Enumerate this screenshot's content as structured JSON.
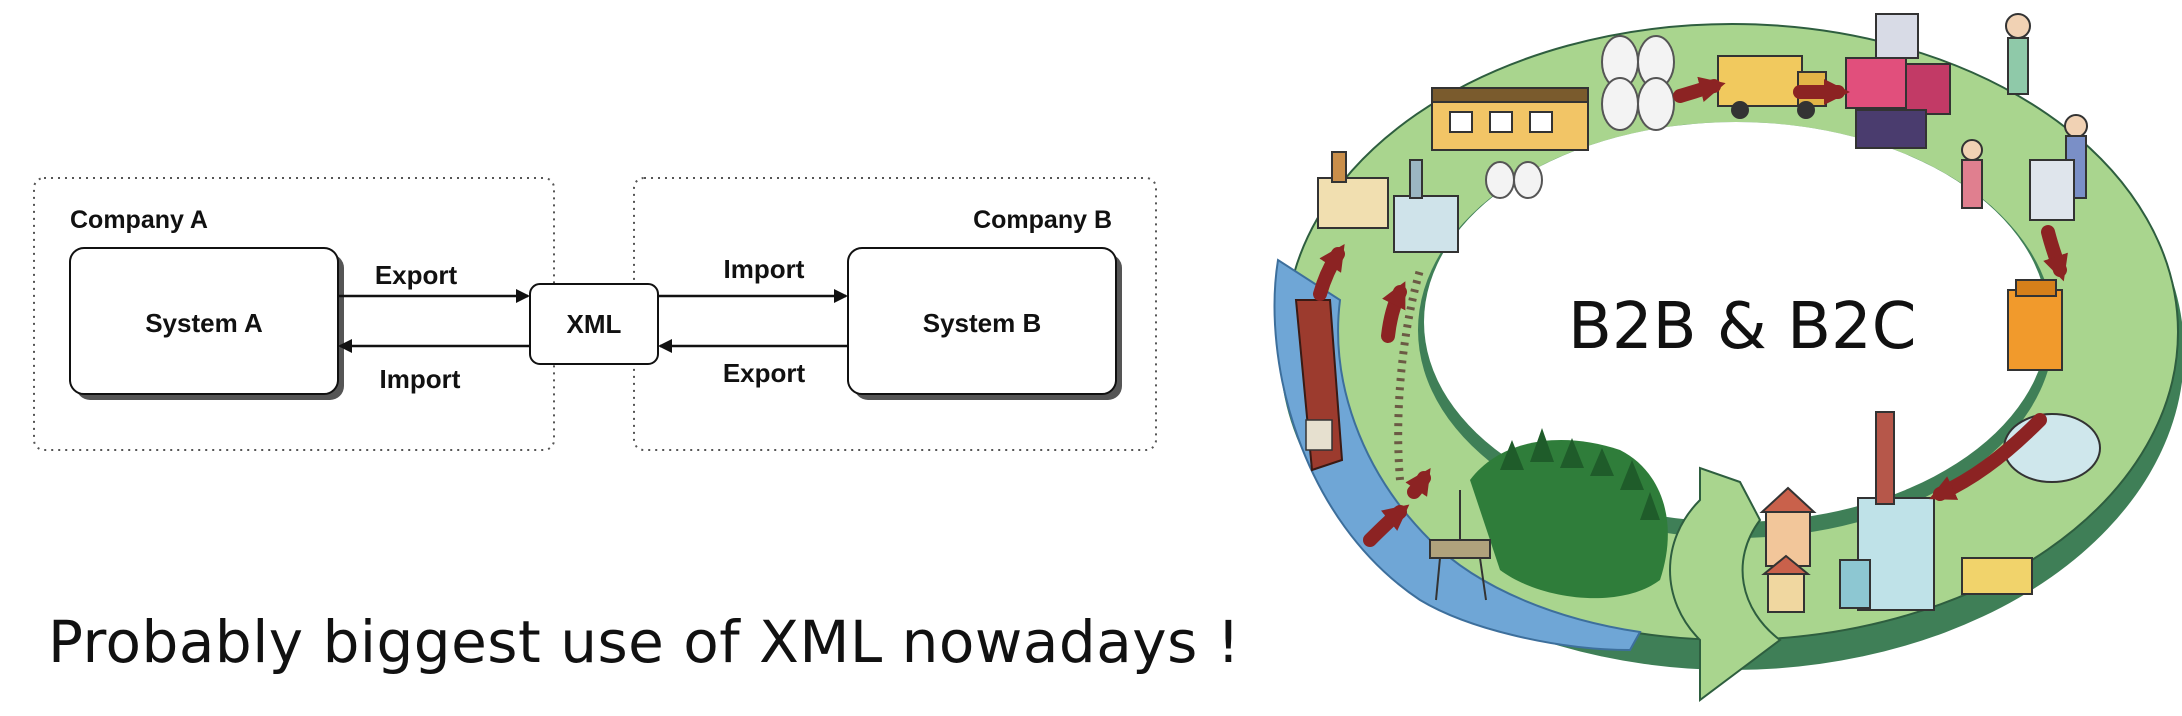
{
  "diagram": {
    "company_a": "Company A",
    "company_b": "Company B",
    "system_a": "System A",
    "system_b": "System B",
    "xml": "XML",
    "a_export": "Export",
    "a_import": "Import",
    "b_import": "Import",
    "b_export": "Export"
  },
  "caption": "Probably biggest use of XML nowadays !",
  "cycle": {
    "center_label": "B2B & B2C"
  },
  "colors": {
    "ring_green": "#a9d58e",
    "ring_edge": "#3f7f57",
    "arrow_red": "#8c2323",
    "water": "#6fa6d6",
    "forest": "#2f7d3a"
  }
}
